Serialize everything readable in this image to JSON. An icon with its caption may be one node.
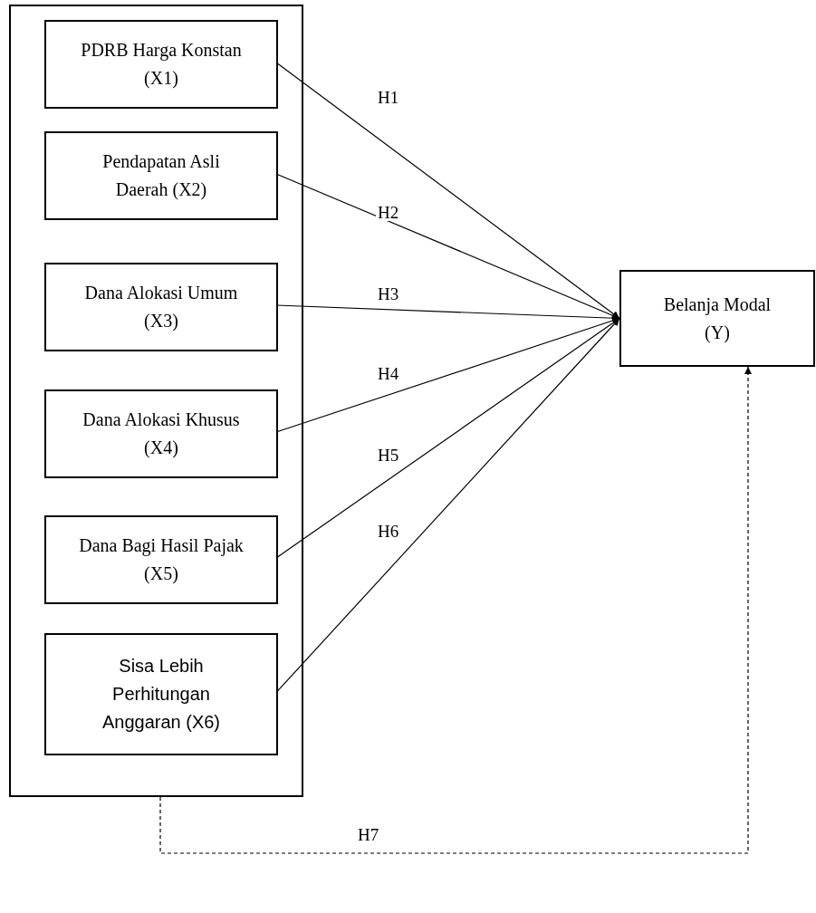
{
  "diagram": {
    "nodes": [
      {
        "text": [],
        "shape": "box"
      },
      {
        "text": [
          "PDRB Harga Konstan (X1)"
        ],
        "in": 0
      },
      {
        "text": [
          "Pendapatan Asli Daerah (X2)"
        ],
        "in": 0
      },
      {
        "text": [
          "Dana Alokasi Umum (X3)"
        ],
        "in": 0
      },
      {
        "text": [
          "Dana Alokasi Khusus (X4)"
        ],
        "in": 0
      },
      {
        "text": [
          "Dana Bagi Hasil Pajak (X5)"
        ],
        "in": 0
      },
      {
        "text": [
          "Sisa Lebih Perhitungan Anggaran (X6)"
        ],
        "in": 0
      },
      {
        "text": [
          "Belanja Modal (Y)"
        ]
      }
    ],
    "edges": [
      {
        "from": 1,
        "to": 7,
        "arrow": "to",
        "label": "H1"
      },
      {
        "from": 2,
        "to": 7,
        "arrow": "to",
        "label": "H2"
      },
      {
        "from": 3,
        "to": 7,
        "arrow": "to",
        "label": "H3"
      },
      {
        "from": 4,
        "to": 7,
        "arrow": "to",
        "label": "H4"
      },
      {
        "from": 5,
        "to": 7,
        "arrow": "to",
        "label": "H5"
      },
      {
        "from": 6,
        "to": 7,
        "arrow": "to",
        "label": "H6"
      },
      {
        "from": 0,
        "to": 7,
        "arrow": "to",
        "label": "H7",
        "style": "dashed"
      }
    ]
  }
}
